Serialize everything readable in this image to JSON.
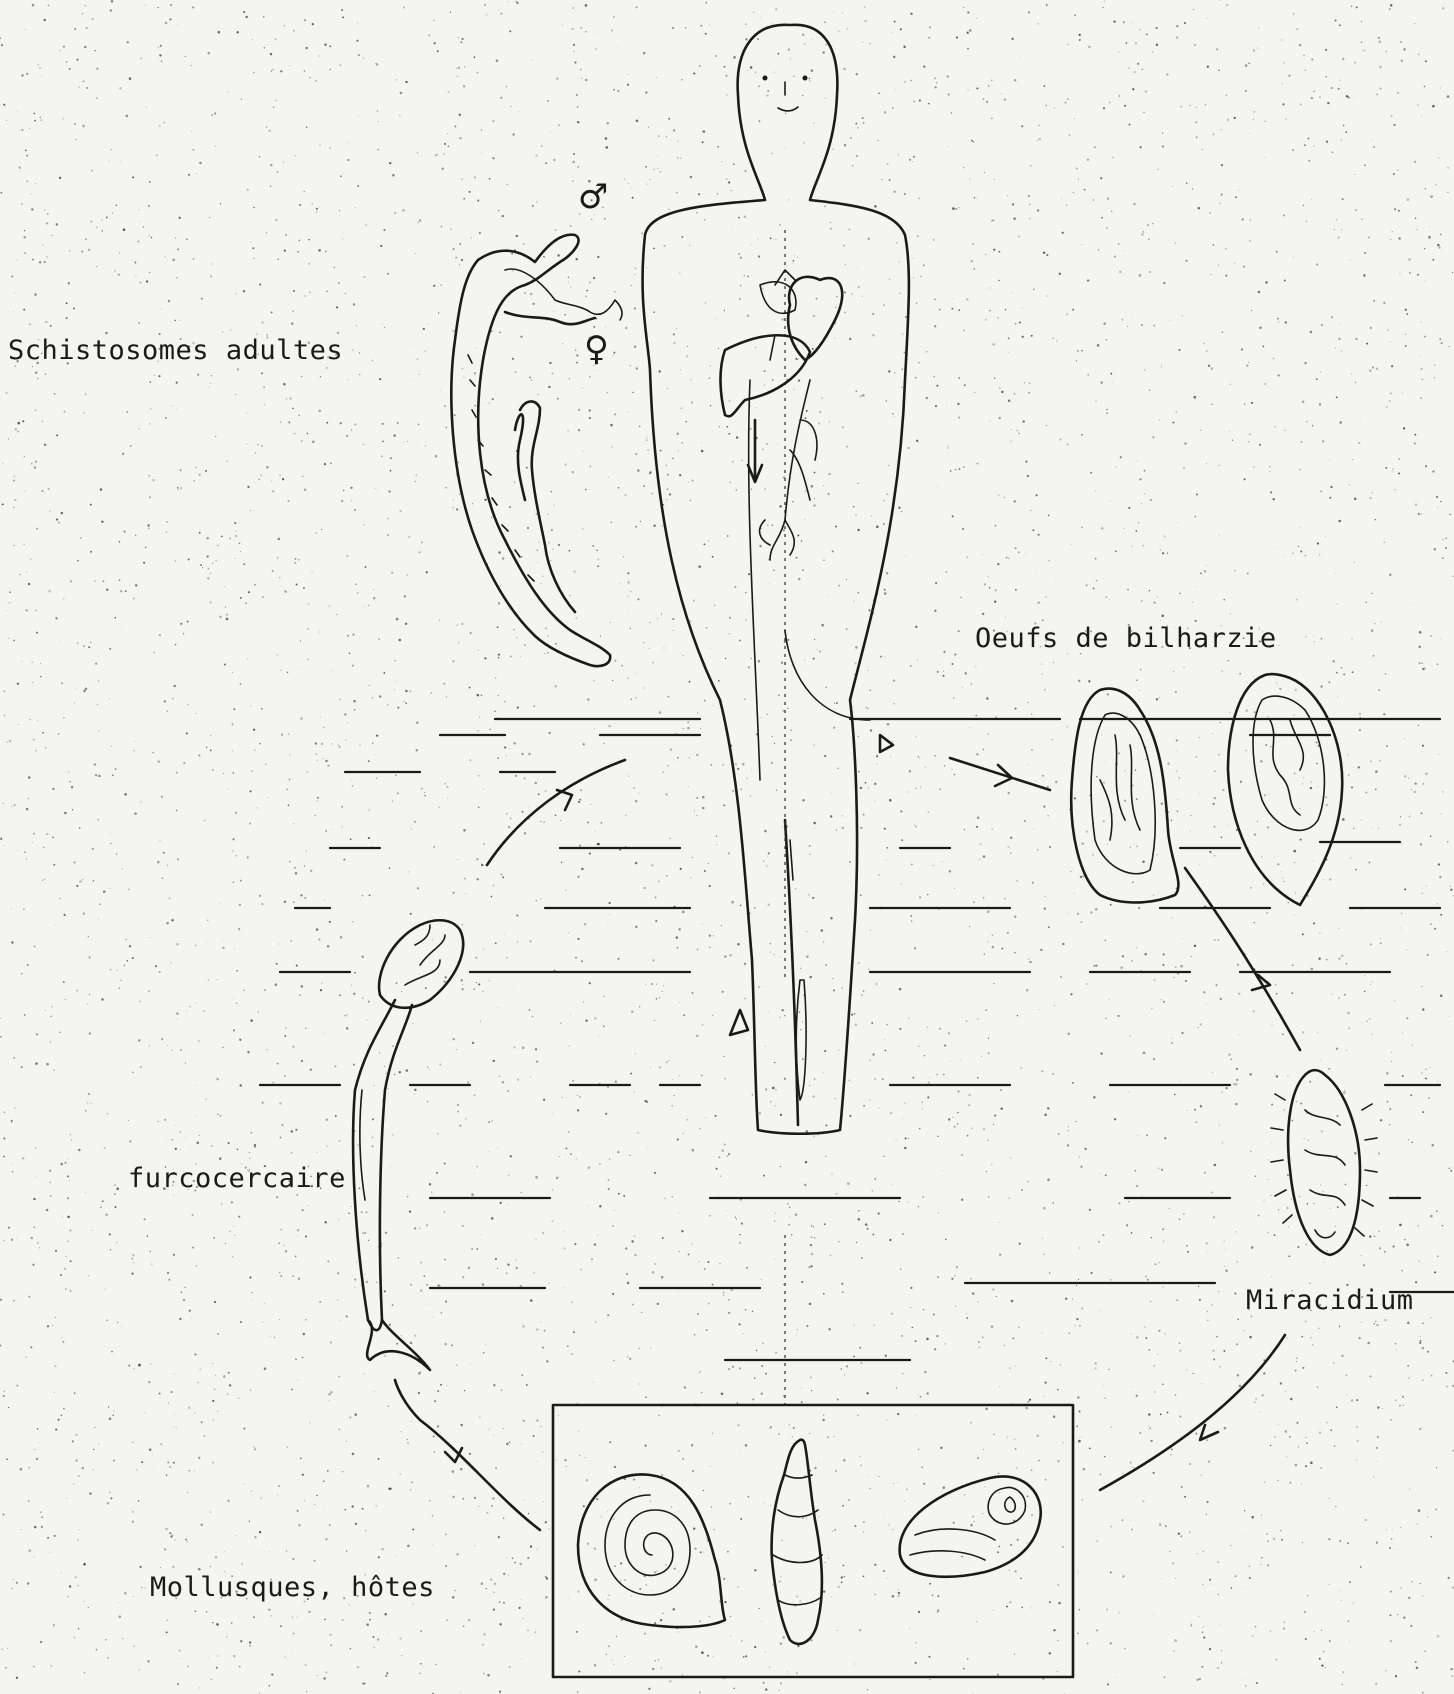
{
  "labels": {
    "adult_worms": "Schistosomes adultes",
    "eggs": "Oeufs de bilharzie",
    "miracidium": "Miracidium",
    "cercaria": "furcocercaire",
    "snails": "Mollusques, hôtes"
  },
  "symbols": {
    "male": "♂",
    "female": "♀"
  },
  "colors": {
    "ink": "#1a1a1a",
    "paper": "#f4f4f2"
  }
}
